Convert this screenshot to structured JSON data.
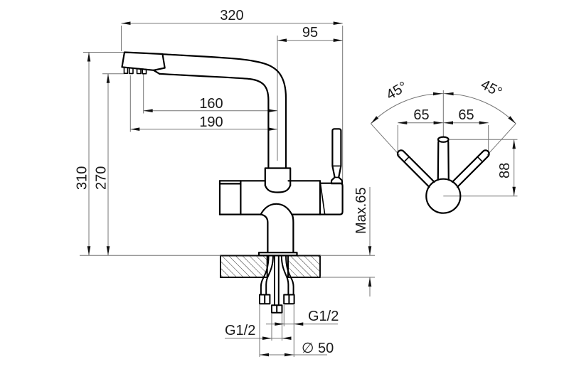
{
  "drawing": {
    "side_view": {
      "dim_total_width": "320",
      "dim_bend_offset": "95",
      "dim_outlet_reach_1": "160",
      "dim_outlet_reach_2": "190",
      "dim_total_height": "310",
      "dim_outlet_height": "270",
      "dim_counter_thickness": "Max.65",
      "dim_thread_hoses": "G1/2",
      "dim_thread_filter": "G1/2",
      "dim_hole_diameter": "∅ 50"
    },
    "top_view": {
      "dim_angle_left": "45°",
      "dim_angle_right": "45°",
      "dim_handle_offset_left": "65",
      "dim_handle_offset_right": "65",
      "dim_handle_height": "88"
    },
    "colors": {
      "outline": "#000000",
      "dimension_lines": "#757575",
      "text": "#1a1a1a",
      "background": "#ffffff"
    }
  }
}
